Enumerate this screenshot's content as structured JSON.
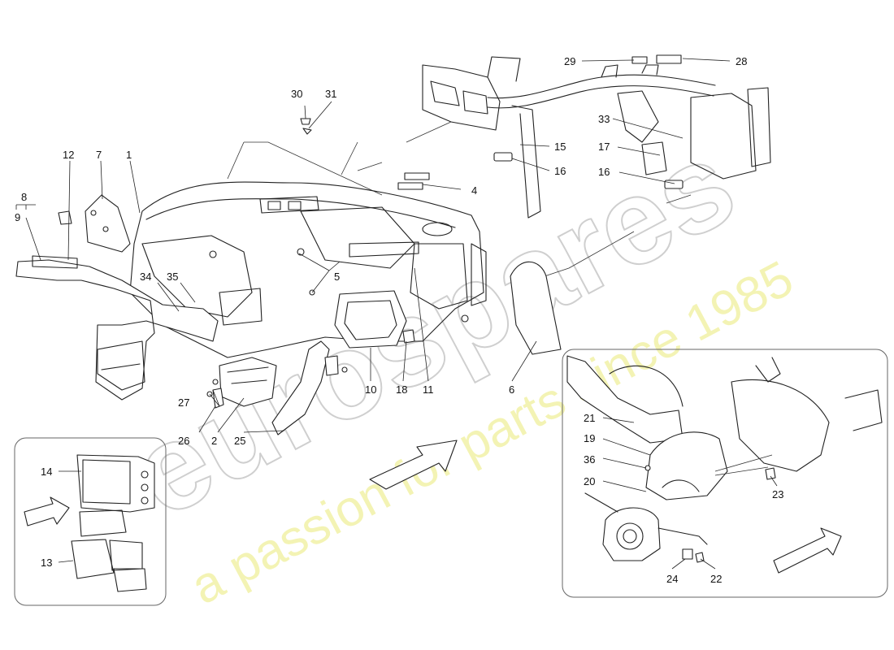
{
  "watermark": {
    "brand": "eurospares",
    "tagline": "a passion for parts since 1985"
  },
  "callouts": {
    "c1": "1",
    "c2": "2",
    "c4": "4",
    "c5": "5",
    "c6": "6",
    "c7": "7",
    "c8": "8",
    "c9": "9",
    "c10": "10",
    "c11": "11",
    "c12": "12",
    "c13": "13",
    "c14": "14",
    "c15": "15",
    "c16a": "16",
    "c16b": "16",
    "c17": "17",
    "c18": "18",
    "c19": "19",
    "c20": "20",
    "c21": "21",
    "c22": "22",
    "c23": "23",
    "c24": "24",
    "c25": "25",
    "c26": "26",
    "c27": "27",
    "c28": "28",
    "c29": "29",
    "c30": "30",
    "c31": "31",
    "c33": "33",
    "c34": "34",
    "c35": "35",
    "c36": "36"
  }
}
